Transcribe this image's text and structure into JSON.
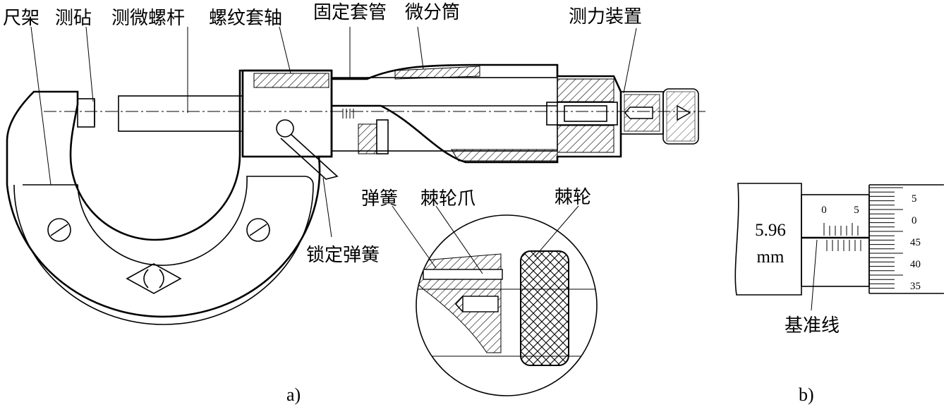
{
  "figure_a": {
    "caption": "a)",
    "labels": {
      "frame": "尺架",
      "anvil": "测砧",
      "spindle": "测微螺杆",
      "sleeve_shaft": "螺纹套轴",
      "fixed_sleeve": "固定套管",
      "thimble": "微分筒",
      "force_device": "测力装置",
      "lock_spring": "锁定弹簧",
      "spring": "弹簧",
      "ratchet_pawl": "棘轮爪",
      "ratchet": "棘轮"
    }
  },
  "figure_b": {
    "caption": "b)",
    "reading_value": "5.96",
    "reading_unit": "mm",
    "datum_line_label": "基准线",
    "sleeve_scale": [
      "0",
      "5"
    ],
    "thimble_scale": [
      "5",
      "0",
      "45",
      "40",
      "35"
    ]
  },
  "icons": [
    "lock-screw-icon",
    "maker-logo-icon",
    "knurl-pattern"
  ]
}
